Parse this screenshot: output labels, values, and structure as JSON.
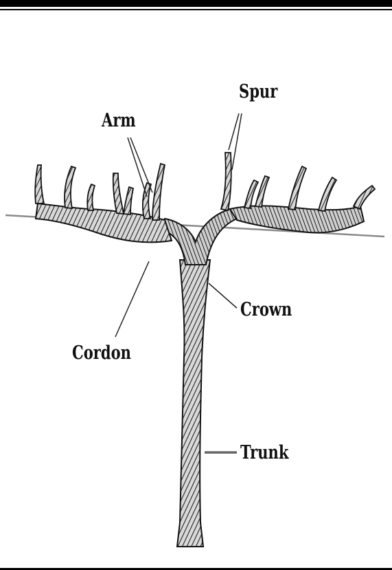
{
  "labels": {
    "spur": "Spur",
    "arm": "Arm",
    "crown": "Crown",
    "cordon": "Cordon",
    "trunk": "Trunk"
  },
  "colors": {
    "ink": "#111111",
    "wire": "#8a8a8a",
    "background": "#ffffff"
  }
}
